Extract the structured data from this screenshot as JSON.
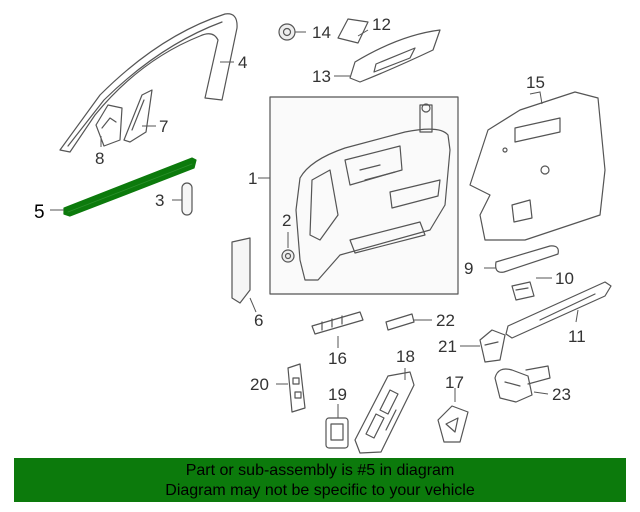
{
  "diagram": {
    "highlight_color": "#0c7a0c",
    "callouts": {
      "c1": "1",
      "c2": "2",
      "c3": "3",
      "c4": "4",
      "c5": "5",
      "c6": "6",
      "c7": "7",
      "c8": "8",
      "c9": "9",
      "c10": "10",
      "c11": "11",
      "c12": "12",
      "c13": "13",
      "c14": "14",
      "c15": "15",
      "c16": "16",
      "c17": "17",
      "c18": "18",
      "c19": "19",
      "c20": "20",
      "c21": "21",
      "c22": "22",
      "c23": "23"
    }
  },
  "banner": {
    "line1": "Part or sub-assembly is #5 in diagram",
    "line2": "Diagram may not be specific to your vehicle",
    "background": "#0c7a0c"
  }
}
